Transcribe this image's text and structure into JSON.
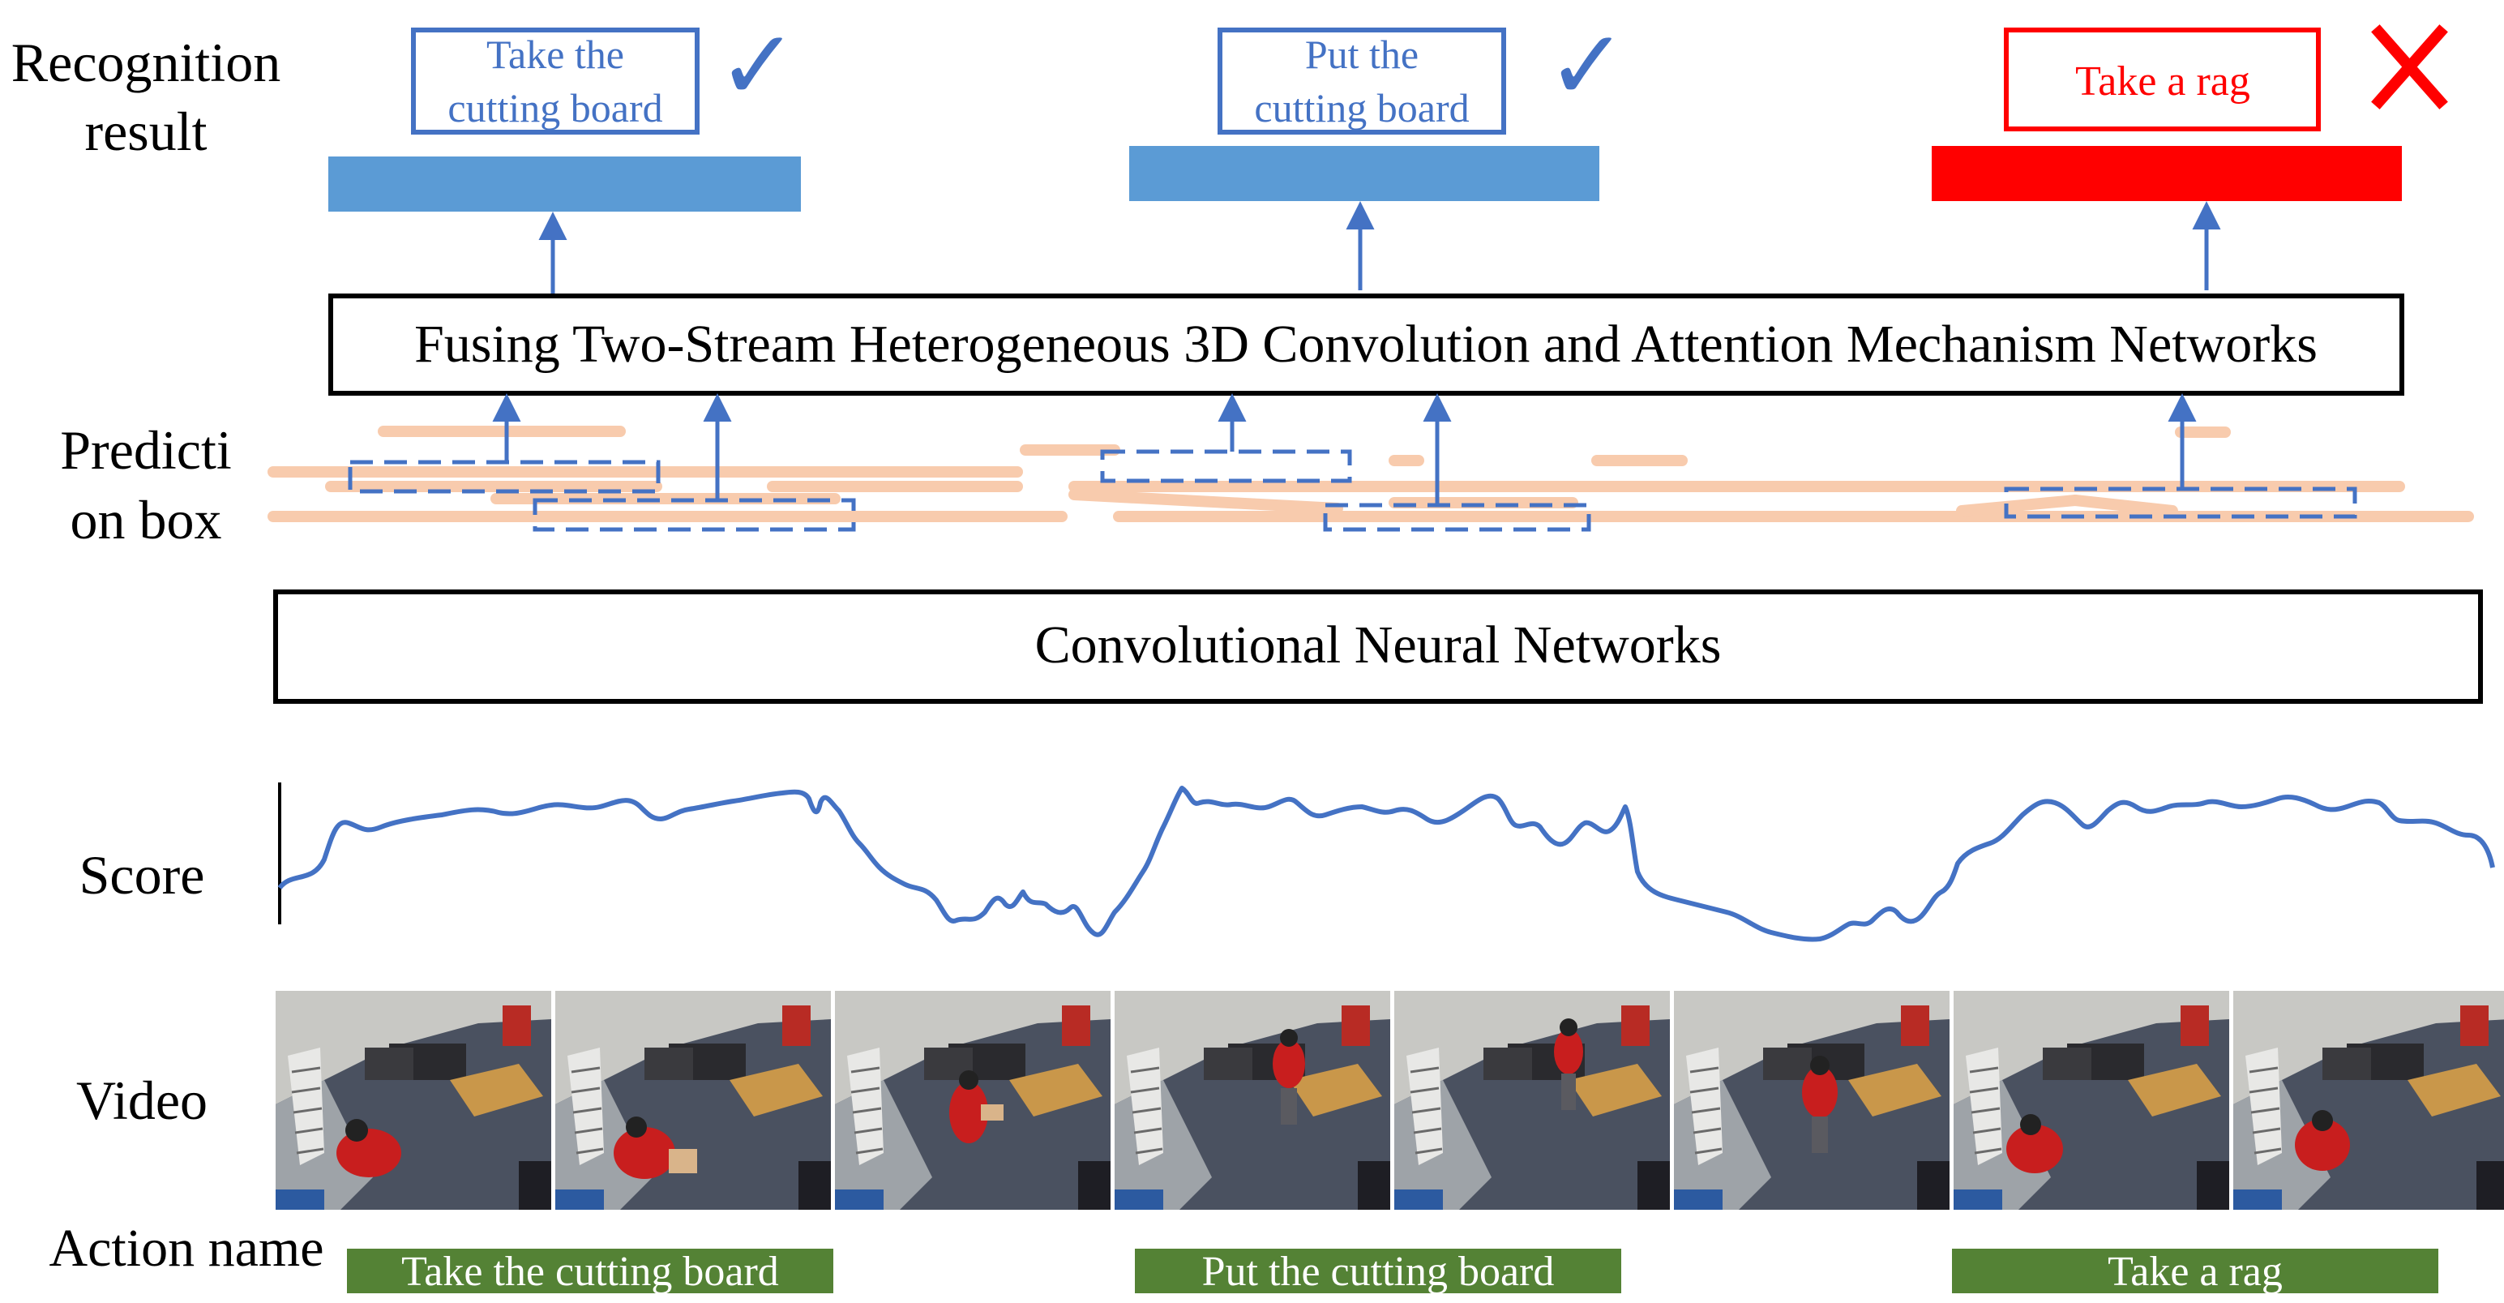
{
  "row_labels": {
    "recognition_line1": "Recognition",
    "recognition_line2": "result",
    "prediction_line1": "Predicti",
    "prediction_line2": "on box",
    "score": "Score",
    "video": "Video",
    "action_name": "Action name"
  },
  "fusion_network": {
    "label": "Fusing Two-Stream Heterogeneous 3D Convolution and Attention Mechanism Networks"
  },
  "cnn": {
    "label": "Convolutional Neural Networks"
  },
  "results": [
    {
      "line1": "Take the",
      "line2": "cutting board",
      "correct": true,
      "mark": "✓"
    },
    {
      "line1": "Put the",
      "line2": "cutting board",
      "correct": true,
      "mark": "✓"
    },
    {
      "line1": "Take a rag",
      "line2": "",
      "correct": false,
      "mark": "✕"
    }
  ],
  "actions": [
    {
      "name": "Take the cutting board"
    },
    {
      "name": "Put the cutting board"
    },
    {
      "name": "Take a rag"
    }
  ],
  "colors": {
    "correct": "#5b9bd5",
    "correct_text": "#4472c4",
    "wrong": "#ff0000",
    "proposal": "#f8cbad",
    "dashed_box": "#4472c4",
    "score_line": "#4472c4",
    "action_bar": "#548235",
    "frame_floor": "#4a5160",
    "frame_wall": "#c8c8c4",
    "person": "#c81e1e",
    "table": "#c9974a"
  },
  "icons": [
    "check-icon",
    "cross-icon",
    "arrow-up-icon"
  ],
  "video": {
    "frame_count": 8
  }
}
